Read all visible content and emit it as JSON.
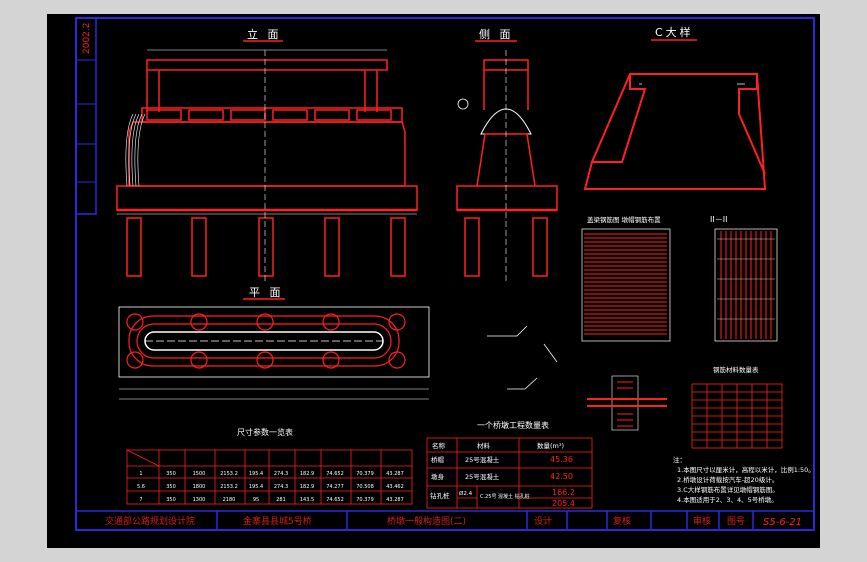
{
  "drawing": {
    "views": {
      "elevation": "立 面",
      "side": "侧 面",
      "detail_c": "C大样",
      "plan": "平 面",
      "section_2": "II－II"
    },
    "year_tag": "2002.2",
    "table_dims": {
      "title": "尺寸参数一览表",
      "rows": [
        [
          "1",
          "350",
          "1500",
          "2153.2",
          "195.4",
          "274.3",
          "182.9",
          "74.652",
          "70.379",
          "43.287"
        ],
        [
          "5.6",
          "350",
          "1800",
          "2153.2",
          "195.4",
          "274.3",
          "182.9",
          "74.277",
          "70.508",
          "43.462"
        ],
        [
          "7",
          "350",
          "1300",
          "2180",
          "95",
          "281",
          "143.5",
          "74.652",
          "70.379",
          "43.287"
        ]
      ]
    },
    "table_qty": {
      "title": "一个桥墩工程数量表",
      "header": [
        "名称",
        "材料",
        "数量(m³)"
      ],
      "rows": [
        {
          "name": "桥帽",
          "material": "25号混凝土",
          "qty": "45.36"
        },
        {
          "name": "墩身",
          "material": "25号混凝土",
          "qty": "42.50"
        },
        {
          "name": "钻孔桩",
          "sub": "Ø2.4",
          "material": "C.25号 混凝土 钻孔桩",
          "qty": "166.2",
          "qty2": "205.4"
        }
      ]
    },
    "notes": [
      "注：",
      "1.本图尺寸以厘米计，高程以米计，比例1:50。",
      "2.桥墩设计荷载按汽车-超20级计。",
      "3.C大样钢筋布置详见墩帽钢筋图。",
      "4.本图适用于2、3、4、5号桥墩。"
    ],
    "title_block": {
      "org": "交通部公路规划设计院",
      "project": "金寨县县城5号桥",
      "drawing_title": "桥墩一般构造图(二)",
      "design_label": "设计",
      "check_label": "复核",
      "review_label": "审核",
      "drawing_no_label": "图号",
      "drawing_no": "S5-6-21"
    },
    "colors": {
      "line": "#ff2020",
      "frame": "#2a2adc",
      "text": "#ffffff",
      "background": "#000000"
    }
  }
}
